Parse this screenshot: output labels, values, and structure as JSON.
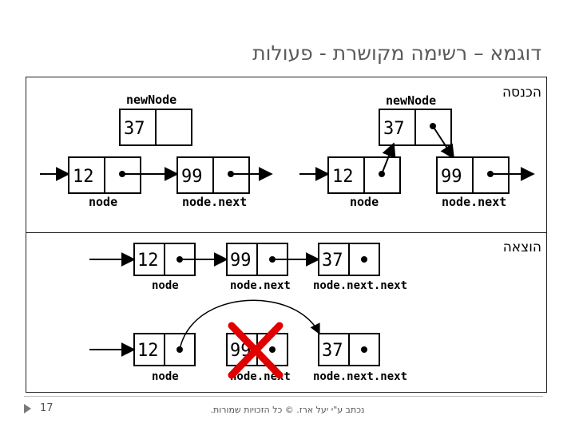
{
  "slide": {
    "title": "דוגמא – רשימה מקושרת - פעולות",
    "page_number": "17",
    "footer": "נכתב ע\"י יעל ארז. © כל הזכויות שמורות."
  },
  "insert": {
    "label": "הכנסה",
    "new_node_label": "newNode",
    "new_node_value": "37",
    "node_value": "12",
    "next_value": "99",
    "node_label": "node",
    "next_label": "node.next"
  },
  "remove": {
    "label": "הוצאה",
    "values": [
      "12",
      "99",
      "37"
    ],
    "labels": [
      "node",
      "node.next",
      "node.next.next"
    ]
  },
  "colors": {
    "delete_mark": "#e00000",
    "title": "#5a5a5a",
    "border": "#222222"
  },
  "icons": [
    "delete-x-icon",
    "arrow-icon",
    "slide-marker-icon"
  ]
}
